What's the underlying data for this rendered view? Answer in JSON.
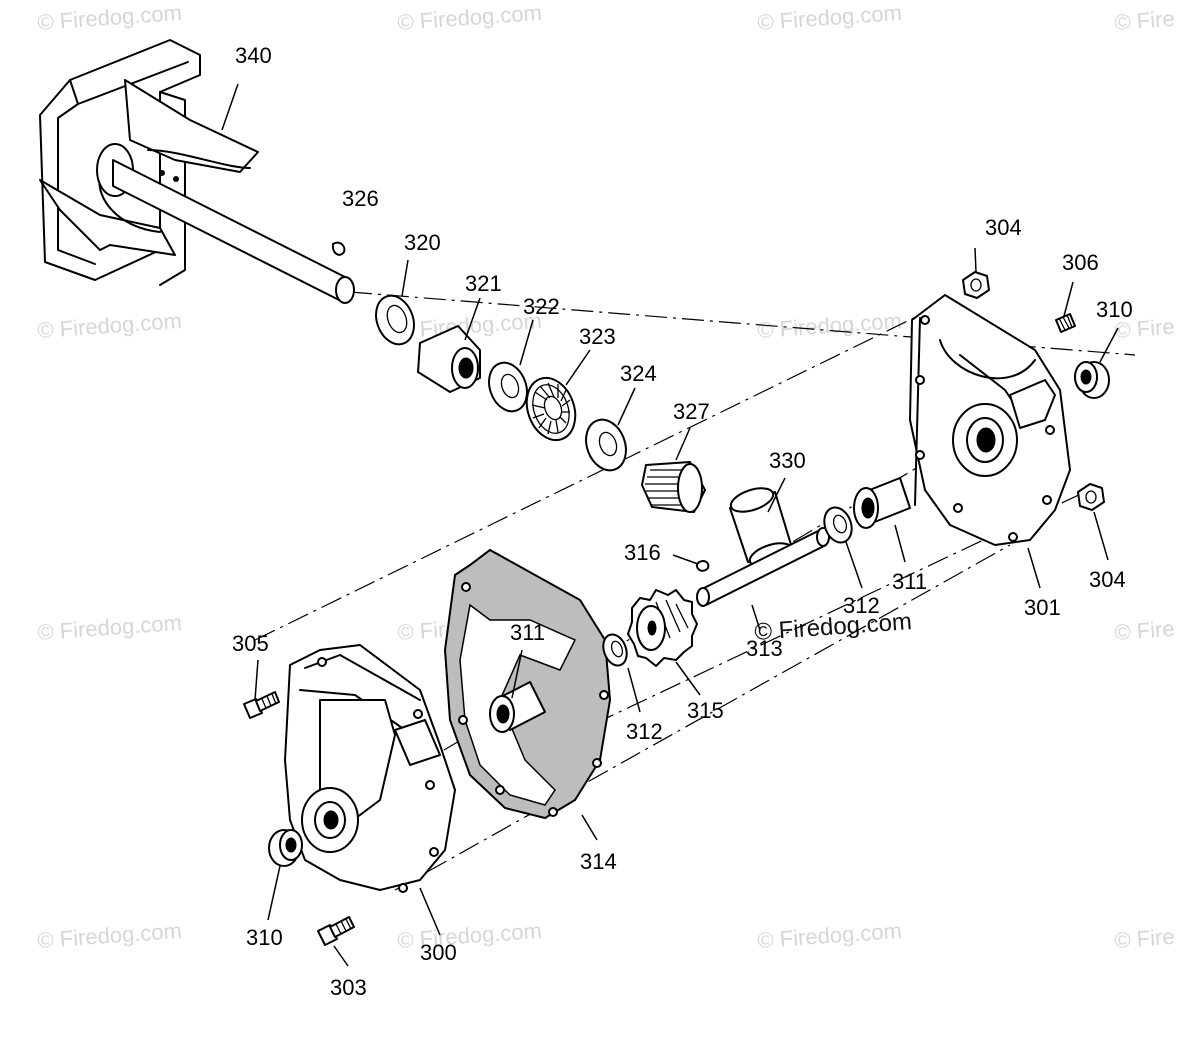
{
  "watermark": {
    "text": "© Firedog.com",
    "strong_text": "© Firedog.com",
    "partial_text": "© Fire",
    "color": "#d6d6d6"
  },
  "labels": {
    "p300": "300",
    "p301": "301",
    "p303": "303",
    "p304a": "304",
    "p304b": "304",
    "p305": "305",
    "p306": "306",
    "p310a": "310",
    "p310b": "310",
    "p311a": "311",
    "p311b": "311",
    "p312a": "312",
    "p312b": "312",
    "p313": "313",
    "p314": "314",
    "p315": "315",
    "p316": "316",
    "p320": "320",
    "p321": "321",
    "p322": "322",
    "p323": "323",
    "p324": "324",
    "p326": "326",
    "p327": "327",
    "p330": "330",
    "p340": "340"
  },
  "colors": {
    "line": "#000000",
    "gasket_fill": "#bdbdbd",
    "background": "#ffffff"
  }
}
